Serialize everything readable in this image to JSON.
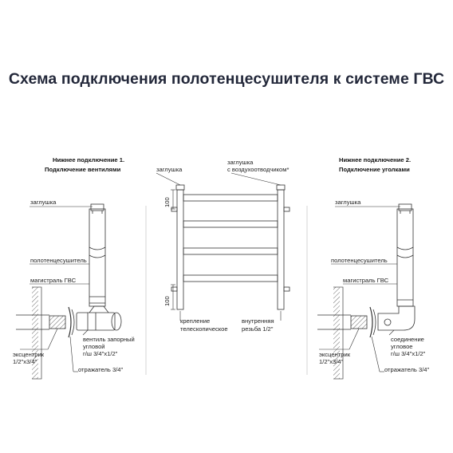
{
  "title": "Схема подключения полотенцесушителя к системе ГВС",
  "left": {
    "heading1": "Нижнее подключение 1.",
    "heading2": "Подключение вентилями",
    "plug": "заглушка",
    "dryer": "полотенцесушитель",
    "main": "магистраль ГВС",
    "valve1": "вентиль запорный",
    "valve2": "угловой",
    "valve3": "г/ш 3/4\"х1/2\"",
    "ecc1": "эксцентрик",
    "ecc2": "1/2\"х3/4\"",
    "refl": "отражатель 3/4\""
  },
  "center": {
    "plug": "заглушка",
    "plug_air1": "заглушка",
    "plug_air2": "с воздухоотводчиком*",
    "dim_top": "100",
    "dim_bottom": "100",
    "mount1": "крепление",
    "mount2": "телескопическое",
    "thread1": "внутренняя",
    "thread2": "резьба 1/2\""
  },
  "right": {
    "heading1": "Нижнее подключение 2.",
    "heading2": "Подключение уголками",
    "plug": "заглушка",
    "dryer": "полотенцесушитель",
    "main": "магистраль ГВС",
    "conn1": "соединение",
    "conn2": "угловое",
    "conn3": "г/ш 3/4\"х1/2\"",
    "ecc1": "эксцентрик",
    "ecc2": "1/2\"х3/4\"",
    "refl": "отражатель 3/4\""
  }
}
